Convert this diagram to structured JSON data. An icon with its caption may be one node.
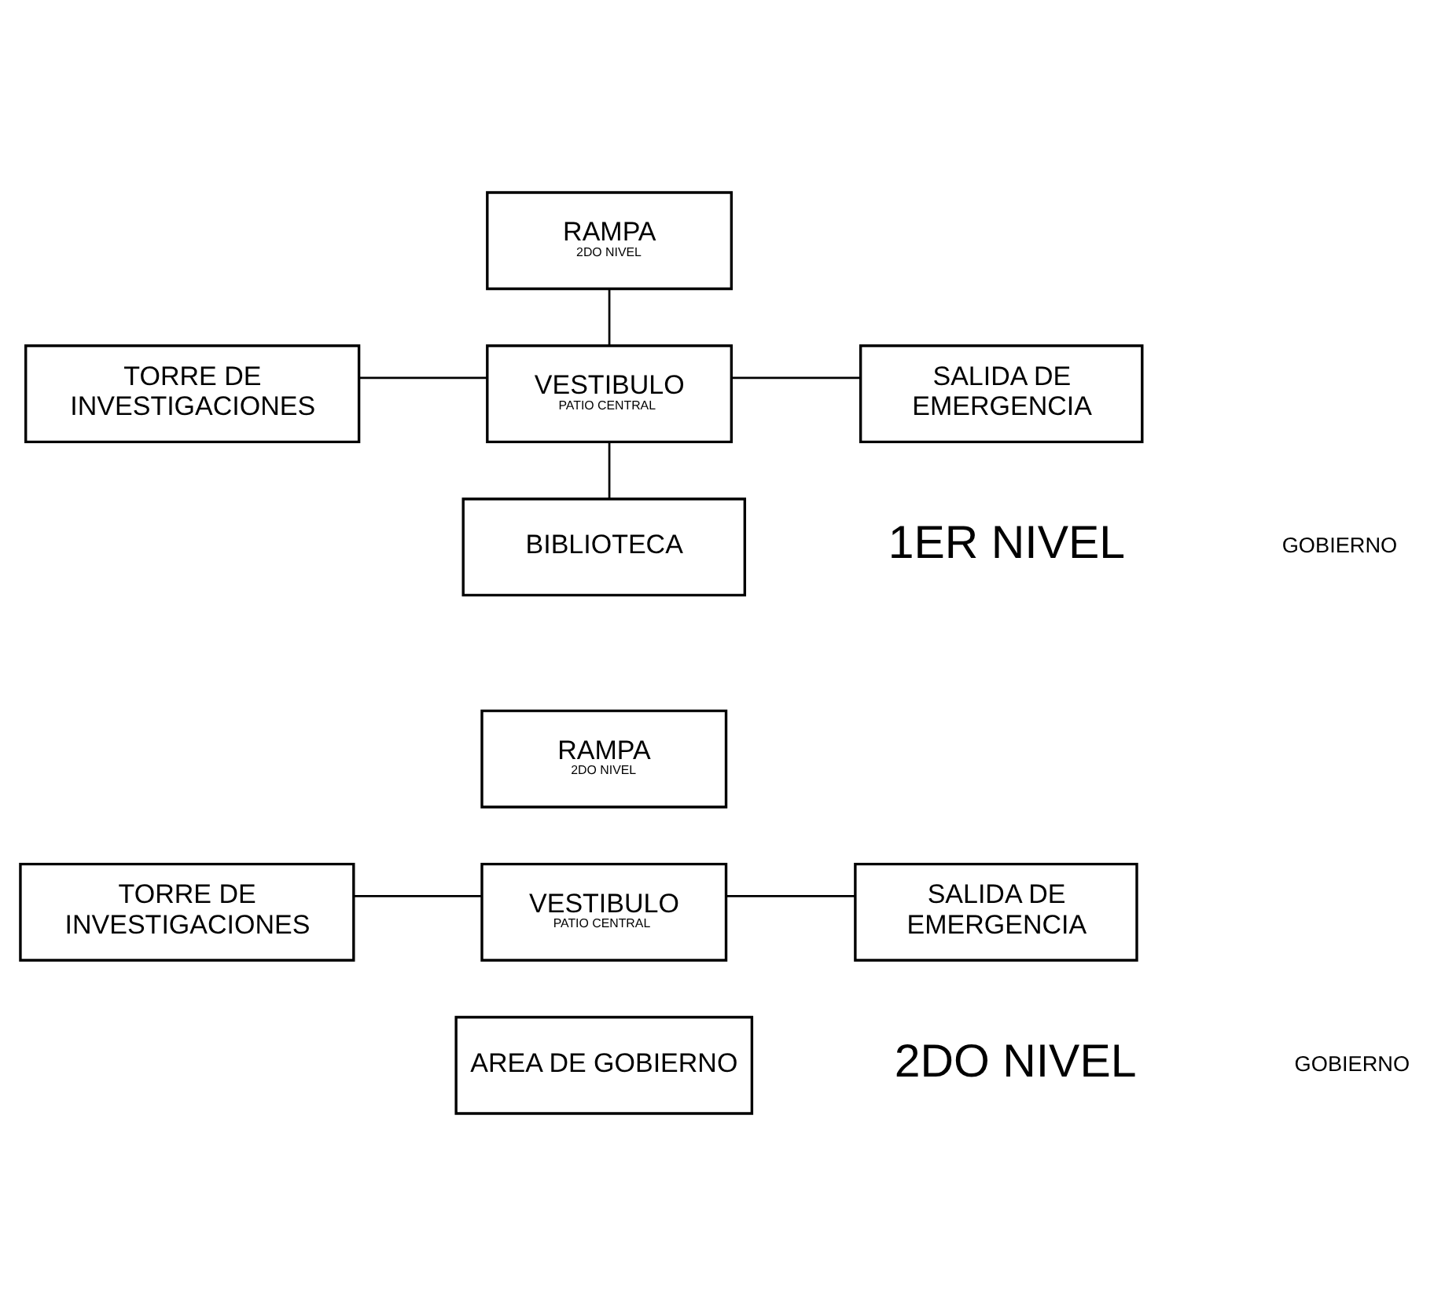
{
  "diagram": {
    "nodes": [
      {
        "text": [
          "RAMPA",
          "2DO NIVEL"
        ]
      },
      {
        "text": [
          "TORRE DE INVESTIGACIONES"
        ]
      },
      {
        "text": [
          "VESTIBULO",
          "PATIO CENTRAL"
        ]
      },
      {
        "text": [
          "SALIDA DE EMERGENCIA"
        ]
      },
      {
        "text": [
          "BIBLIOTECA"
        ]
      },
      {
        "text": [
          "RAMPA",
          "2DO NIVEL"
        ]
      },
      {
        "text": [
          "TORRE DE INVESTIGACIONES"
        ]
      },
      {
        "text": [
          "VESTIBULO",
          "PATIO CENTRAL"
        ]
      },
      {
        "text": [
          "SALIDA DE EMERGENCIA"
        ]
      },
      {
        "text": [
          "AREA DE GOBIERNO"
        ]
      }
    ],
    "edges": [
      {
        "from": 0,
        "to": 2,
        "arrow": "none"
      },
      {
        "from": 1,
        "to": 2,
        "arrow": "none"
      },
      {
        "from": 2,
        "to": 3,
        "arrow": "none"
      },
      {
        "from": 2,
        "to": 4,
        "arrow": "none"
      },
      {
        "from": 6,
        "to": 7,
        "arrow": "none"
      },
      {
        "from": 7,
        "to": 8,
        "arrow": "none"
      }
    ],
    "labels": [
      "1ER NIVEL",
      "GOBIERNO",
      "2DO NIVEL",
      "GOBIERNO"
    ]
  }
}
